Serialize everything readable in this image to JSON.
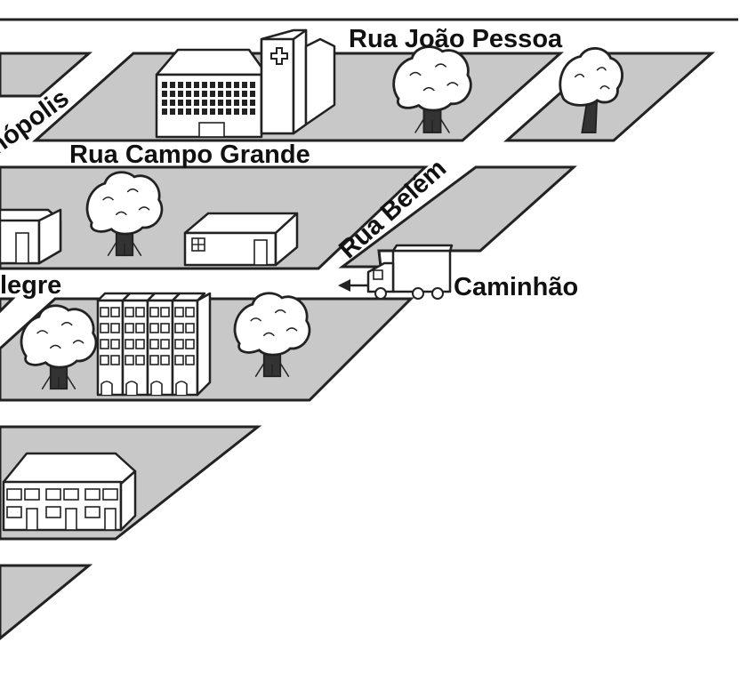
{
  "streets": {
    "joao_pessoa": "Rua João Pessoa",
    "florianopolis_partial": "nópolis",
    "campo_grande": "Rua Campo Grande",
    "belem": "Rua Belém",
    "porto_alegre_partial": "legre"
  },
  "vehicle": {
    "label": "Caminhão",
    "direction": "west"
  },
  "icons": [
    "hospital-icon",
    "tree-icon",
    "house-icon",
    "apartment-building-icon",
    "townhouse-icon",
    "truck-icon",
    "arrow-left-icon"
  ]
}
